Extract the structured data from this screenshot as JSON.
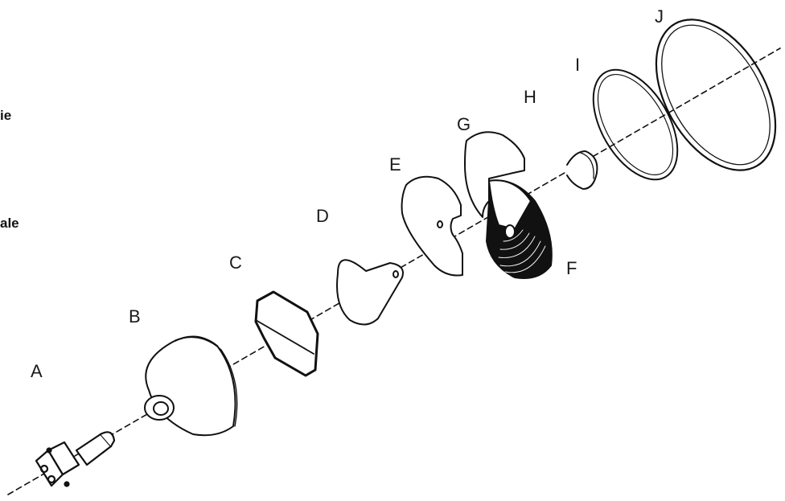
{
  "diagram": {
    "type": "exploded-view",
    "subject": "lamp assembly",
    "edge_text": [
      "ie",
      "ale"
    ],
    "parts": [
      {
        "id": "A",
        "label": "A",
        "shape": "bulb"
      },
      {
        "id": "B",
        "label": "B",
        "shape": "reflector-cone"
      },
      {
        "id": "C",
        "label": "C",
        "shape": "octagonal-plate"
      },
      {
        "id": "D",
        "label": "D",
        "shape": "small-cone"
      },
      {
        "id": "E",
        "label": "E",
        "shape": "notched-disc"
      },
      {
        "id": "F",
        "label": "F",
        "shape": "fresnel-lens"
      },
      {
        "id": "G",
        "label": "G",
        "shape": "notched-shield"
      },
      {
        "id": "H",
        "label": "H",
        "shape": "small-cap"
      },
      {
        "id": "I",
        "label": "I",
        "shape": "ring"
      },
      {
        "id": "J",
        "label": "J",
        "shape": "large-ring"
      }
    ],
    "colors": {
      "line": "#111111",
      "background": "#ffffff"
    }
  }
}
